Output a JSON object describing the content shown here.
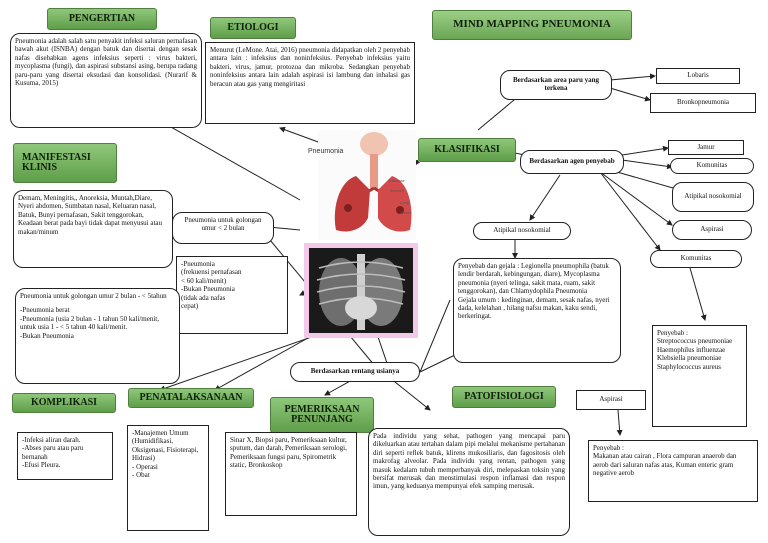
{
  "title": "MIND MAPPING PNEUMONIA",
  "headers": {
    "pengertian": "PENGERTIAN",
    "etiologi": "ETIOLOGI",
    "manifestasi": "MANIFESTASI KLINIS",
    "klasifikasi": "KLASIFIKASI",
    "komplikasi": "KOMPLIKASI",
    "penatalaksanaan": "PENATALAKSANAAN",
    "pemeriksaan": "PEMERIKSAAN PENUNJANG",
    "patofisiologi": "PATOFISIOLOGI"
  },
  "pengertian_text": "Pneumonia adalah salah satu penyakit infeksi saluran pernafasan bawah akut (ISNBA) dengan batuk dan disertai dengan sesak nafas disebabkan agens infeksius seperti : virus bakteri, mycoplasma (fungi), dan aspirasi substansi asing, berupa radang paru-paru yang disertai eksudasi dan konsolidasi. (Nurarif & Kusuma, 2015)",
  "etiologi_text": "Menurut (LeMone. Atai, 2016) pneumonia didapatkan oleh 2 penyebab antara lain : infeksius dan noninfeksius. Penyebab infeksius yaitu bakteri, virus, jamur, protozoa dan mikroba. Sedangkan penyebab noninfeksius antara lain adalah aspirasi isi lambung dan inhalasi gas beracun atau gas yang mengiritasi",
  "manifestasi_text": "Demam, Meningitis,, Anoreksia, Muntah,Diare, Nyeri abdomen, Sumbatan nasal, Keluaran nasal, Batuk, Bunyi pernafasan, Sakit tenggorokan, Keadaan berat pada bayi tidak dapat menyusui atau makan/minum",
  "illustration": {
    "label": "Pneumonia",
    "tags": [
      "Tracheae",
      "Bronchi",
      "Lung",
      "Alveoli"
    ]
  },
  "usia_lt2": {
    "head": "Pneumonia untuk golongan umur < 2 bulan",
    "body": "-Pneumonia\n(frekuensi pernafasan\n< 60 kali/menit)\n-Bukan Pneumonia\n(tidak ada nafas\ncepat)"
  },
  "usia_gt2": {
    "head": "Pneumonia untuk golongan umur 2 bulan - < 5tahun",
    "body": "-Pneumonia berat\n-Pneumonia (usia 2 bulan - 1 tahun 50 kali/menit, untuk usia 1 - < 5 tahun 40 kali/menit.\n-Bukan Pneumonia"
  },
  "rentang_usia": "Berdasarkan rentang usianya",
  "area_paru": "Berdasarkan area paru yang terkena",
  "lobaris": "Lobaris",
  "bronko": "Bronkopneumonia",
  "agen": "Berdasarkan agen penyebab",
  "agen_list": [
    "Jamur",
    "Komunitas",
    "Atipikal nosokomial",
    "Aspirasi"
  ],
  "atipikal_label": "Atipikal nosokomial",
  "komunitas_label": "Komunitas",
  "atipikal_detail": "Penyebab dan gejala : Legionella pneumophila (batuk lendir berdarah, kebingungan, diare), Mycoplasma pneumonia (nyeri telinga, sakit mata, ruam, sakit tenggorokan), dan Chlamydophila Pneumonia\nGejala umum : kedinginan, demam, sesak nafas, nyeri dada, kelelahan , hilang nafsu makan, kaku sendi, berkeringat.",
  "komunitas_detail": "Penyebab :\nStreptococcus pneumoniae\nHaemophilus influenzae\nKlebsiella pneumoniae\nStaphylococcus aureus",
  "komplikasi_text": "-Infeksi aliran darah.\n-Abses paru atau paru bernanah\n-Efusi Pleura.",
  "penatalaksanaan_text": "-Manajemen Umum\n(Humidifikasi, Oksigenasi, Fisioterapi, Hidrasi)\n- Operasi\n- Obat",
  "pemeriksaan_text": "Sinar X, Biopsi paru, Pemeriksaan kultur, sputum, dan darah, Pemeriksaan serologi, Pemeriksaan fungsi paru, Spirometrik static, Bronkoskop",
  "patofisiologi_text": "Pada individu yang sehat, pathogen yang mencapai paru dikeluarkan atau tertahan dalam pipi melalui mekanisme pertahanan diri seperti reflek batuk, klirens mukosiliaris, dan fagositosis oleh makrofag alveolar. Pada individu yang rentan, pathogen yang masuk kedalam tubuh memperbanyak diri, melepaskan toksin yang bersifat merusak dan menstimulasi respon inflamasi dan respon imun, yang keduanya mempunyai efek samping merusak.",
  "aspirasi_label": "Aspirasi",
  "aspirasi_detail": "Penyebab :\nMakanan atau cairan , Flora campuran anaerob dan aerob dari saluran nafas atas, Kuman enteric gram negative aerob",
  "colors": {
    "header_green": "#6aa655",
    "line": "#222222"
  }
}
